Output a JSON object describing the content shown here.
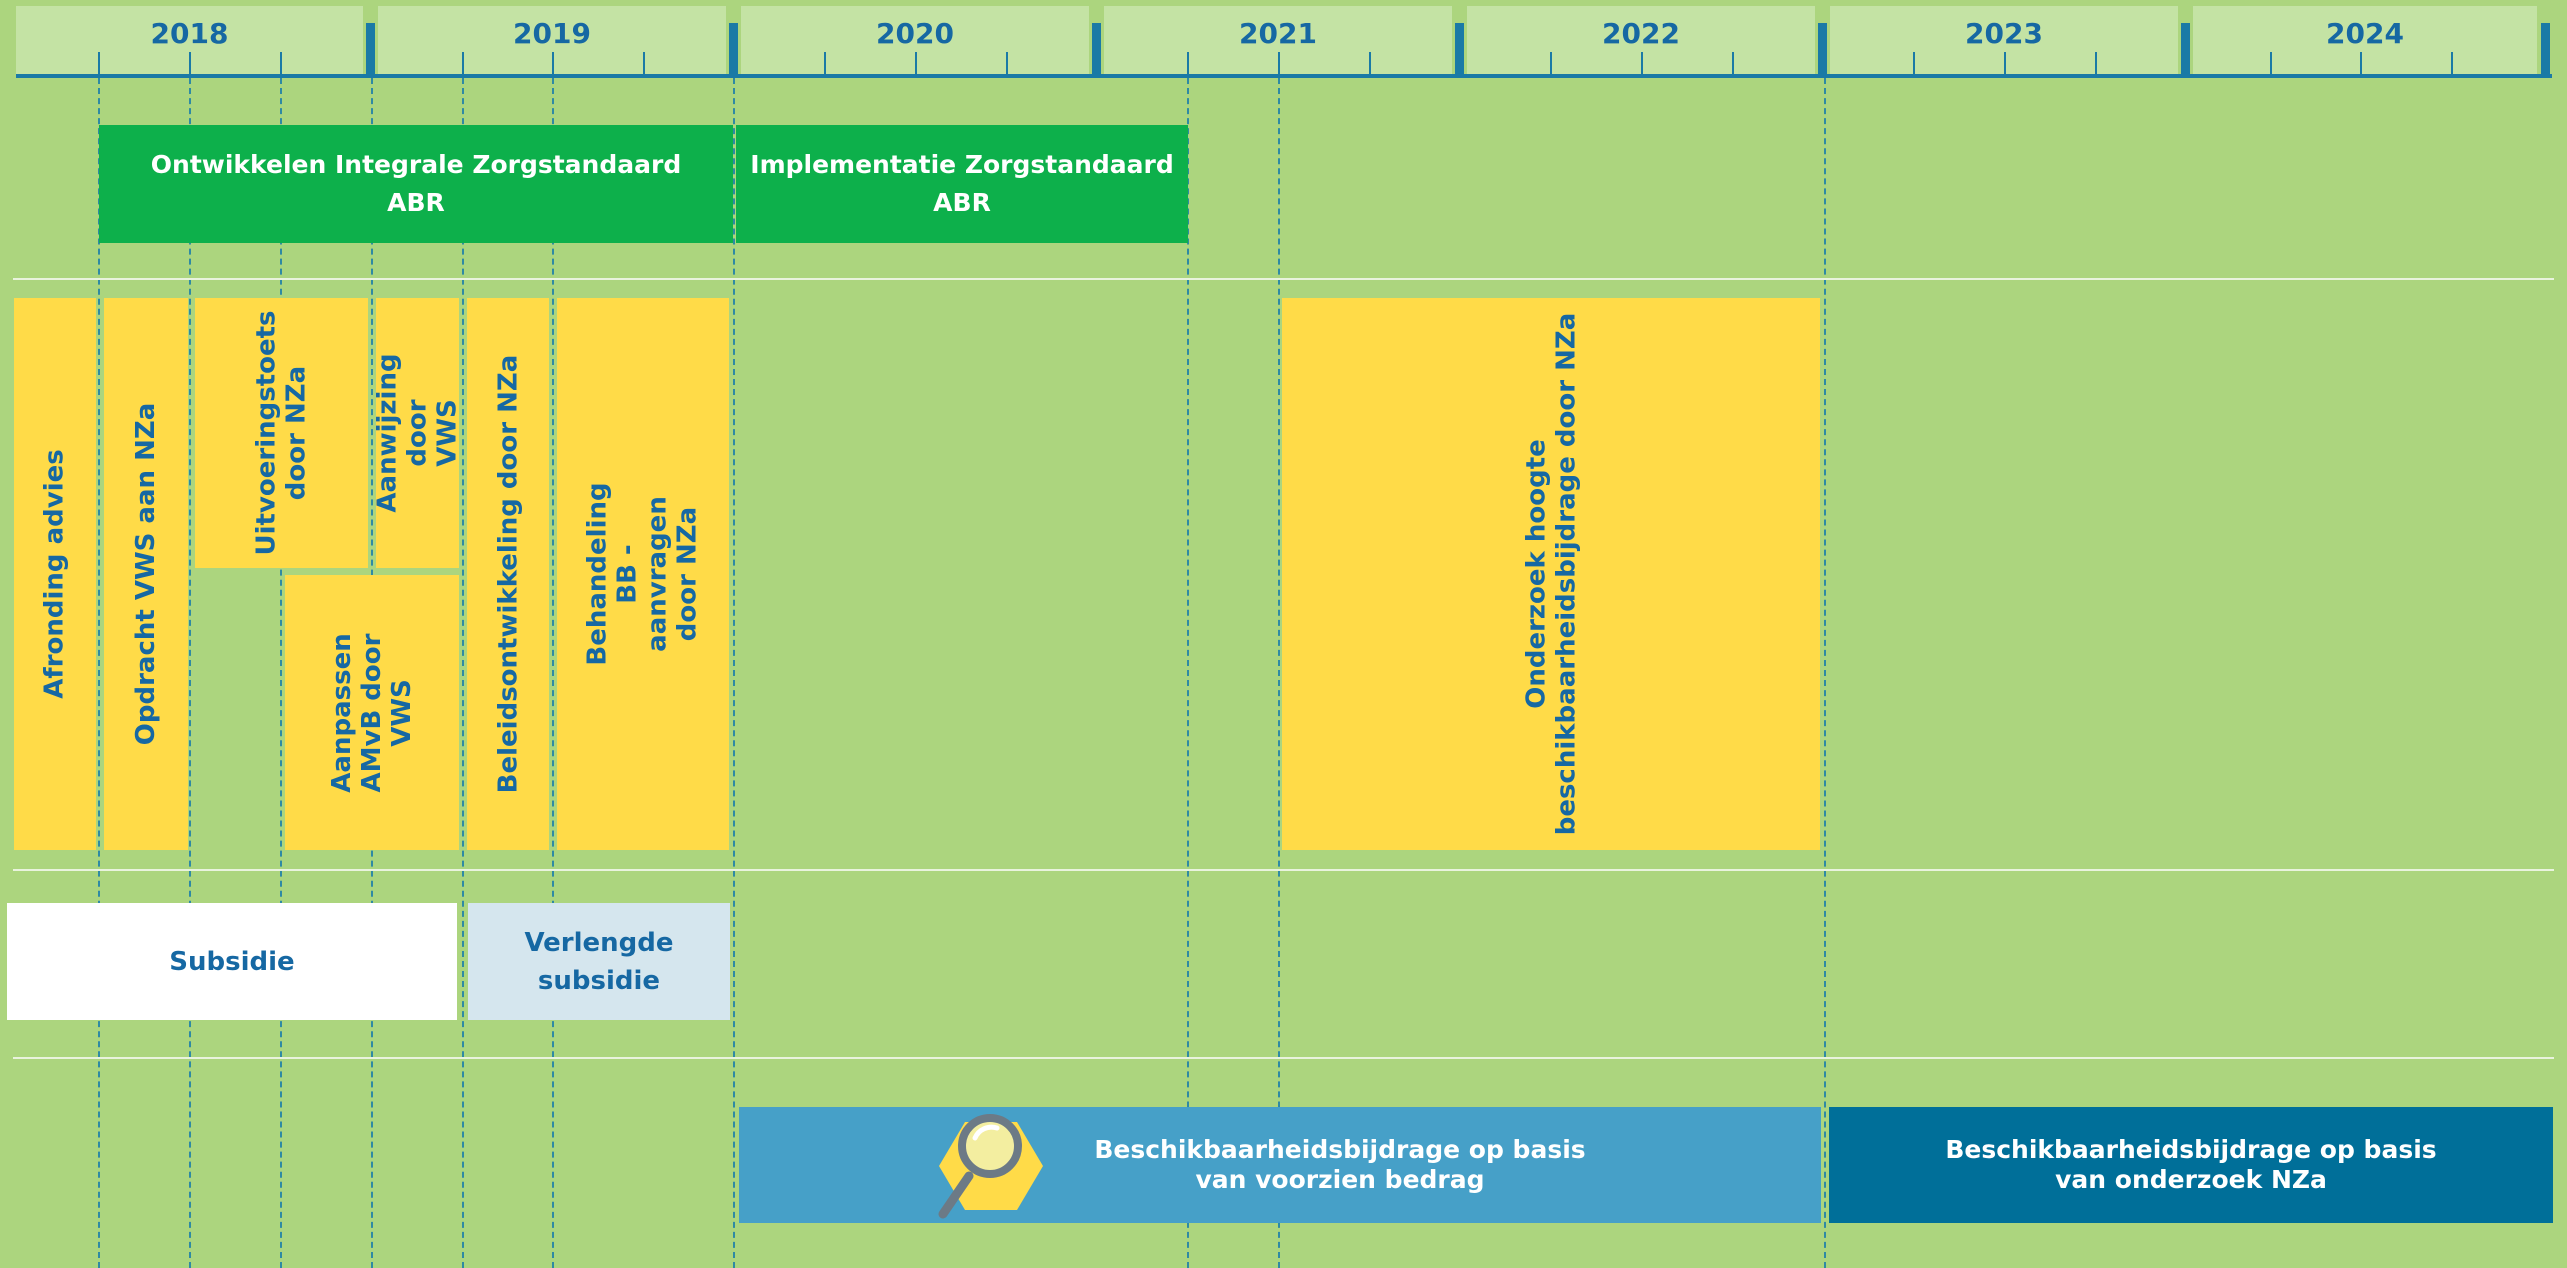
{
  "timeline": {
    "years": [
      "2018",
      "2019",
      "2020",
      "2021",
      "2022",
      "2023",
      "2024"
    ]
  },
  "bars": {
    "ontwikkelen": "Ontwikkelen Integrale Zorgstandaard\nABR",
    "implementatie": "Implementatie Zorgstandaard\nABR"
  },
  "steps": {
    "afronding": "Afronding advies",
    "opdracht": "Opdracht VWS aan NZa",
    "uitvoeringstoets": "Uitvoeringstoets\ndoor NZa",
    "aanwijzing": "Aanwijzing door\nVWS",
    "aanpassen": "Aanpassen\nAMvB door VWS",
    "beleidsontwikkeling": "Beleidsontwikkeling door NZa",
    "behandeling": "Behandeling BB - aanvragen\ndoor NZa",
    "onderzoek": "Onderzoek hoogte\nbeschikbaarheidsbijdrage door NZa"
  },
  "funding": {
    "subsidie": "Subsidie",
    "verlengde": "Verlengde\nsubsidie"
  },
  "contributions": {
    "voorzien": "Beschikbaarheidsbijdrage op basis\nvan voorzien bedrag",
    "onderzoek_nza": "Beschikbaarheidsbijdrage op basis\nvan onderzoek NZa"
  },
  "colors": {
    "background": "#acd57e",
    "year_header": "#c4e3a4",
    "axis": "#1a7aa6",
    "green_bar": "#0db04b",
    "yellow_step": "#ffdb48",
    "blue_text": "#1668a3",
    "light_blue": "#d5e6ee",
    "mid_blue": "#46a0c8",
    "dark_blue": "#006f99"
  },
  "icons": {
    "magnifier": "magnifier-icon"
  }
}
